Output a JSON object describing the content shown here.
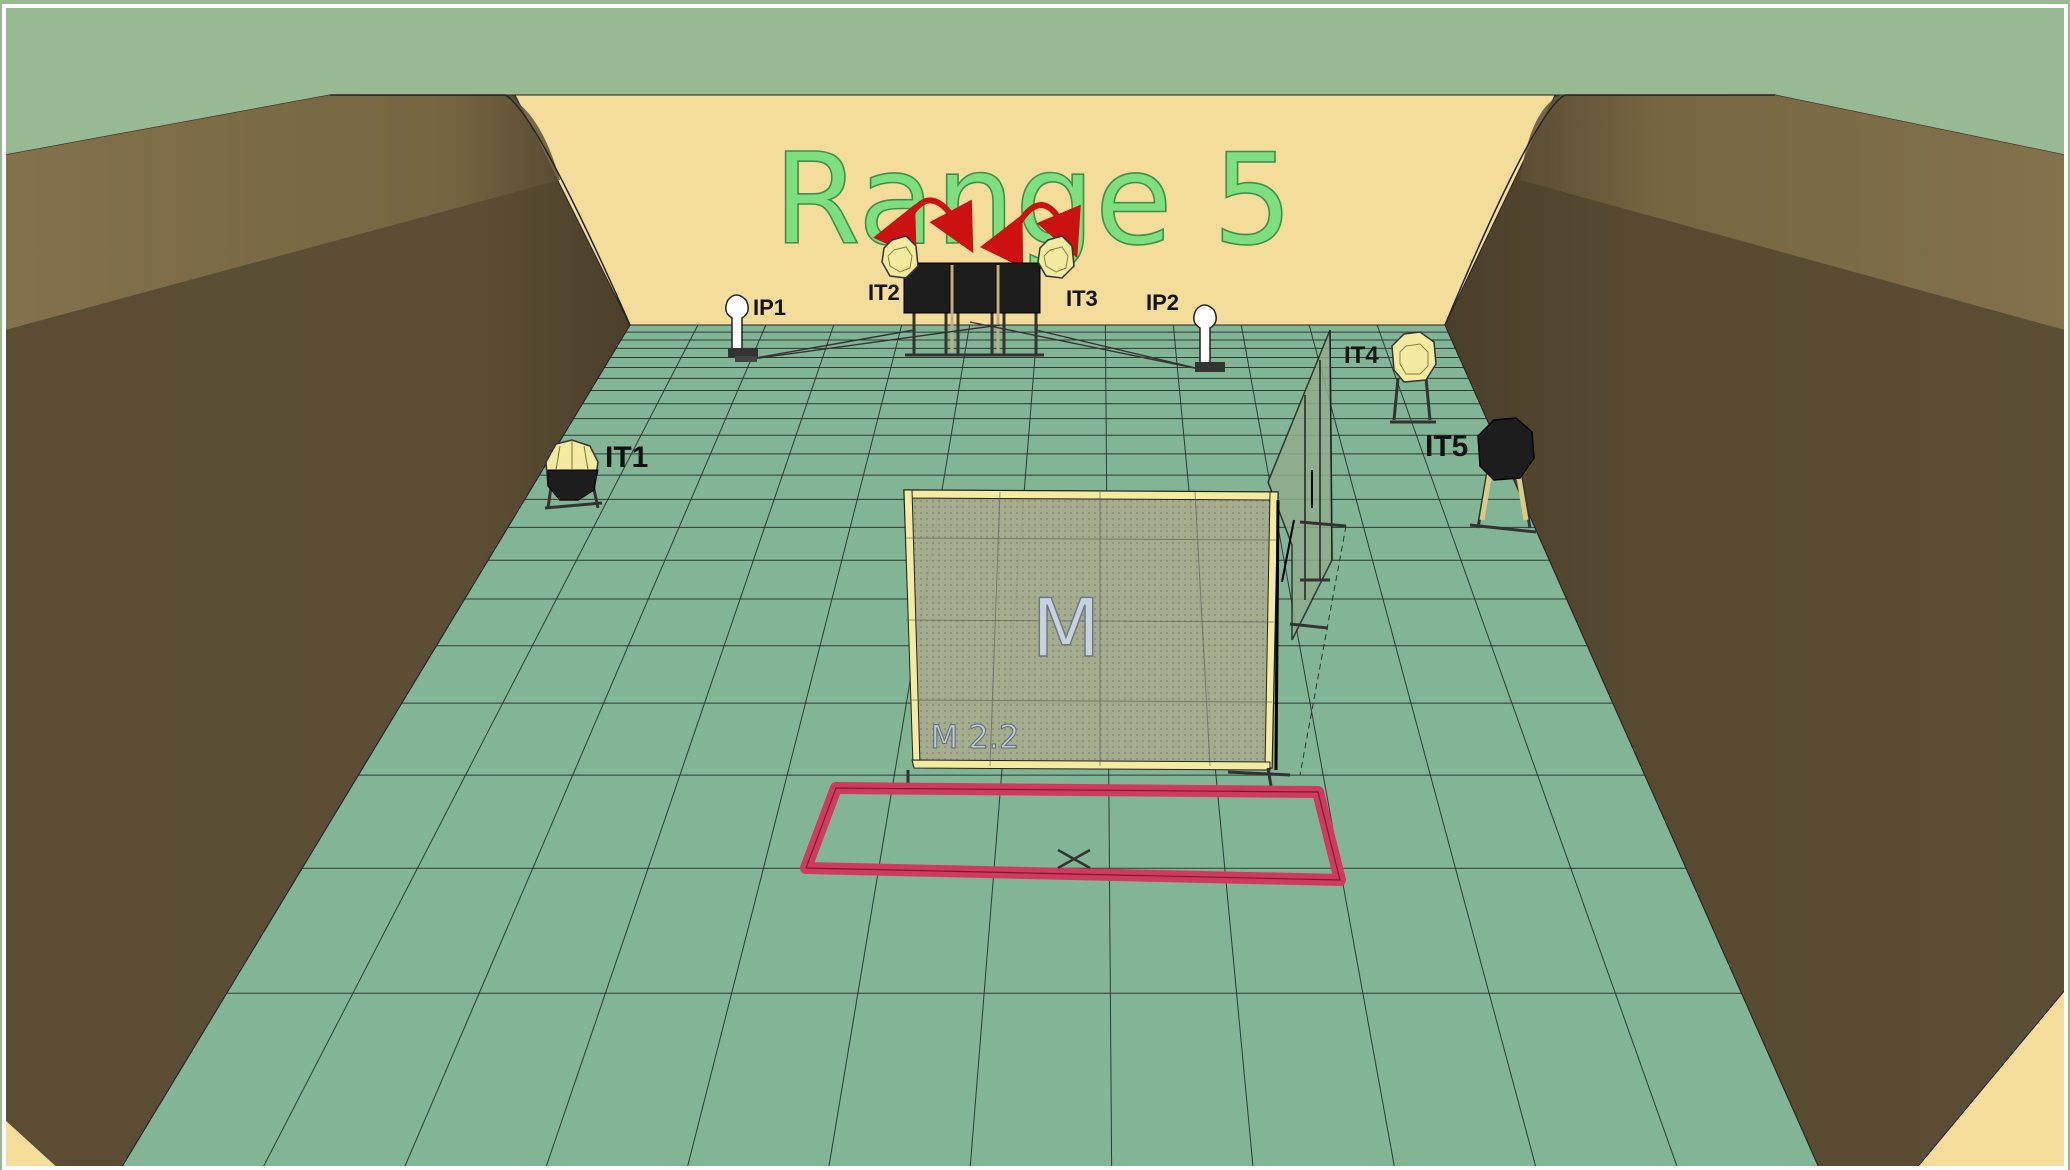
{
  "scene": {
    "title": "Range 5",
    "wall_letter": "M",
    "wall_code": "M 2.2"
  },
  "targets": {
    "ip1": "IP1",
    "ip2": "IP2",
    "it1": "IT1",
    "it2": "IT2",
    "it3": "IT3",
    "it4": "IT4",
    "it5": "IT5"
  },
  "colors": {
    "sky": "#98ba92",
    "backstop": "#f4dc9b",
    "berm_dark": "#5b4e33",
    "berm_light": "#857450",
    "floor": "#82b496",
    "grid_line": "#2d3b33",
    "title_fill": "#7edf7f",
    "shooting_box": "#d03a5e",
    "swing_arrow": "#cc1111",
    "paper_target": "#f5eba0",
    "no_shoot": "#1d1d1d"
  }
}
